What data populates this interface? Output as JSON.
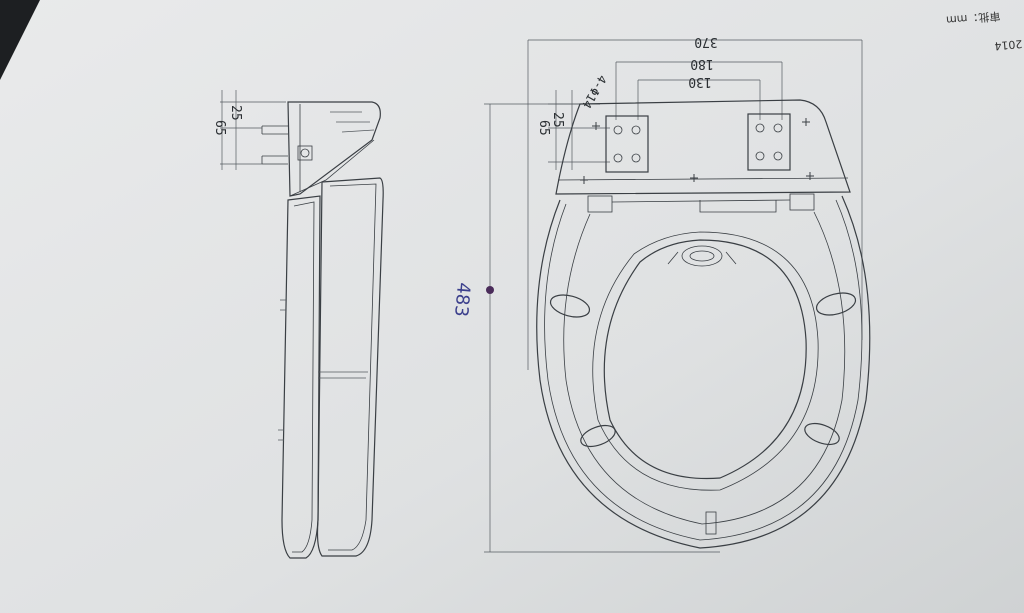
{
  "dimensions": {
    "width_370": "370",
    "width_180": "180",
    "width_130": "130",
    "hole_dia": "4-Φ14",
    "top_25": "25",
    "top_65": "65",
    "side_25": "25",
    "side_65": "65",
    "length_483": "483"
  },
  "corner_note": "审批：mm",
  "corner_note2": "2014"
}
